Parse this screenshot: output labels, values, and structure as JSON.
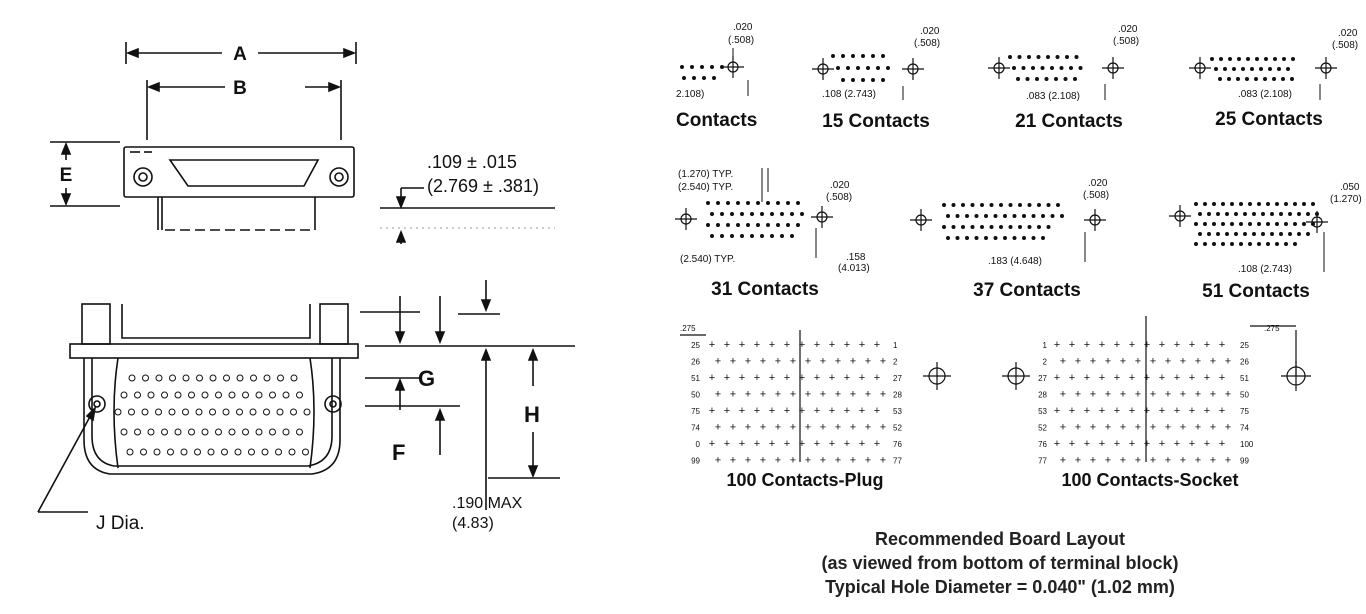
{
  "mechanical": {
    "dim_a": "A",
    "dim_b": "B",
    "dim_e": "E",
    "dim_f": "F",
    "dim_g": "G",
    "dim_h": "H",
    "dim_j": "J Dia.",
    "tol_line1": ".109 ± .015",
    "tol_line2": "(2.769 ± .381)",
    "max_line1": ".190 MAX",
    "max_line2": "(4.83)"
  },
  "layouts": {
    "c9": {
      "caption": "Contacts",
      "note1": ".020",
      "note2": "(.508)",
      "pitch": "2.108)"
    },
    "c15": {
      "caption": "15 Contacts",
      "note1": ".020",
      "note2": "(.508)",
      "pitch": ".108 (2.743)"
    },
    "c21": {
      "caption": "21 Contacts",
      "note1": ".020",
      "note2": "(.508)",
      "pitch": ".083 (2.108)"
    },
    "c25": {
      "caption": "25 Contacts",
      "note1": ".020",
      "note2": "(.508)",
      "pitch": ".083 (2.108)"
    },
    "c31": {
      "caption": "31 Contacts",
      "typ1": "(1.270) TYP.",
      "typ2": "(2.540) TYP.",
      "typ3": "(2.540) TYP.",
      "note1": ".020",
      "note2": "(.508)",
      "pitch1": ".158",
      "pitch2": "(4.013)"
    },
    "c37": {
      "caption": "37 Contacts",
      "note1": ".020",
      "note2": "(.508)",
      "pitch": ".183 (4.648)"
    },
    "c51": {
      "caption": "51 Contacts",
      "note1": ".050",
      "note2": "(1.270)",
      "pitch": ".108 (2.743)"
    },
    "plug": {
      "caption": "100 Contacts-Plug",
      "dim": ".275",
      "left_labels": [
        "25",
        "26",
        "51",
        "50",
        "75",
        "74",
        "0",
        "99"
      ],
      "right_labels": [
        "1",
        "2",
        "27",
        "28",
        "53",
        "52",
        "76",
        "77"
      ]
    },
    "socket": {
      "caption": "100 Contacts-Socket",
      "dim": ".275",
      "left_labels": [
        "1",
        "2",
        "27",
        "28",
        "53",
        "52",
        "76",
        "77"
      ],
      "right_labels": [
        "25",
        "26",
        "51",
        "50",
        "75",
        "74",
        "100",
        "99"
      ]
    }
  },
  "notes": {
    "line1": "Recommended Board Layout",
    "line2": "(as viewed from bottom of terminal block)",
    "line3": "Typical Hole Diameter = 0.040\" (1.02 mm)"
  }
}
